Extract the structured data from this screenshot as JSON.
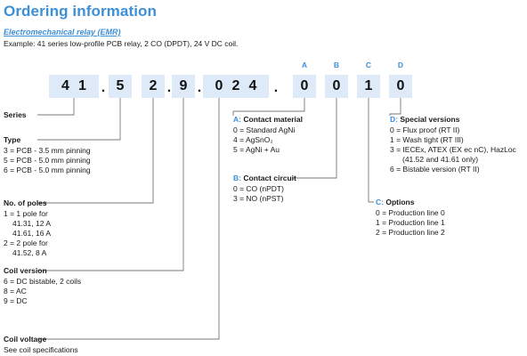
{
  "heading": {
    "title": "Ordering information",
    "subtitle": "Electromechanical relay (EMR)",
    "example": "Example: 41 series low-profile PCB relay, 2 CO (DPDT), 24 V DC coil."
  },
  "code": {
    "digits": [
      "4",
      "1",
      "5",
      "2",
      "9",
      "0",
      "2",
      "4",
      "0",
      "0",
      "1",
      "0"
    ],
    "separator": ".",
    "letters": [
      "A",
      "B",
      "C",
      "D"
    ]
  },
  "sections": {
    "series": {
      "title": "Series"
    },
    "type": {
      "title": "Type",
      "lines": [
        "3 = PCB - 3.5 mm pinning",
        "5 = PCB - 5.0 mm pinning",
        "6 = PCB - 5.0 mm pinning"
      ]
    },
    "poles": {
      "title": "No. of poles",
      "lines": [
        "1 = 1 pole for",
        "41.31, 12 A",
        "41.61, 16 A",
        "2 = 2 pole for",
        "41.52, 8 A"
      ]
    },
    "coil_version": {
      "title": "Coil version",
      "lines": [
        "6 = DC bistable, 2 coils",
        "8 = AC",
        "9 = DC"
      ]
    },
    "coil_voltage": {
      "title": "Coil voltage",
      "lines": [
        "See coil specifications"
      ]
    },
    "contact_material": {
      "key": "A:",
      "title": "Contact material",
      "lines": [
        "0 = Standard AgNi",
        "4 = AgSnO₂",
        "5 = AgNi + Au"
      ]
    },
    "contact_circuit": {
      "key": "B:",
      "title": "Contact circuit",
      "lines": [
        "0 = CO (nPDT)",
        "3 = NO (nPST)"
      ]
    },
    "options": {
      "key": "C:",
      "title": "Options",
      "lines": [
        "0 = Production line 0",
        "1 = Production line 1",
        "2 = Production line 2"
      ]
    },
    "special": {
      "key": "D:",
      "title": "Special versions",
      "lines": [
        "0 = Flux proof (RT II)",
        "1 = Wash tight (RT III)",
        "3 = IECEx, ATEX (EX ec nC), HazLoc",
        "(41.52 and 41.61 only)",
        "6 = Bistable version (RT II)"
      ]
    }
  },
  "colors": {
    "accent": "#3d8fd6",
    "box_fill": "#deeaf8",
    "text": "#1a1a1a",
    "connector": "#7a7a7a"
  }
}
